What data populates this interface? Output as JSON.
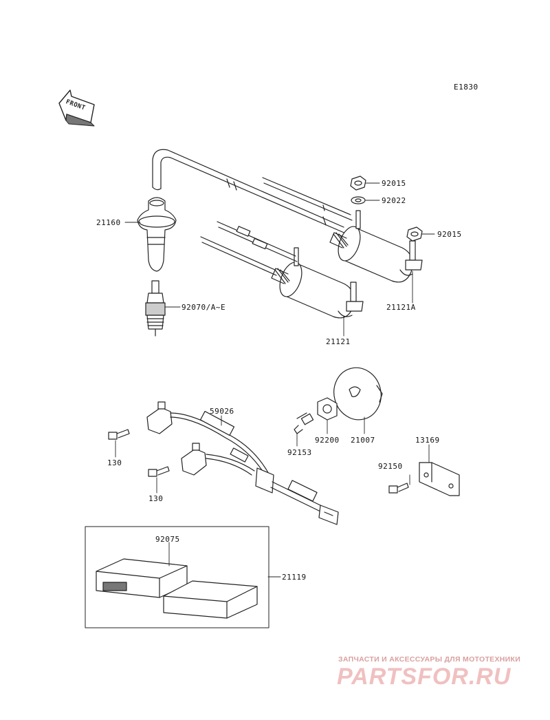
{
  "diagram": {
    "code": "E1830",
    "front_label": "FRONT",
    "parts": {
      "p21160": "21160",
      "p92070": "92070/A~E",
      "p92015a": "92015",
      "p92022": "92022",
      "p92015b": "92015",
      "p21121A": "21121A",
      "p21121": "21121",
      "p59026": "59026",
      "p92200": "92200",
      "p21007": "21007",
      "p92153": "92153",
      "p13169": "13169",
      "p92150": "92150",
      "p130a": "130",
      "p130b": "130",
      "p92075": "92075",
      "p21119": "21119"
    }
  },
  "watermark": {
    "tagline": "ЗАПЧАСТИ И АКСЕССУАРЫ ДЛЯ МОТОТЕХНИКИ",
    "logo": "PARTSFOR.RU"
  }
}
